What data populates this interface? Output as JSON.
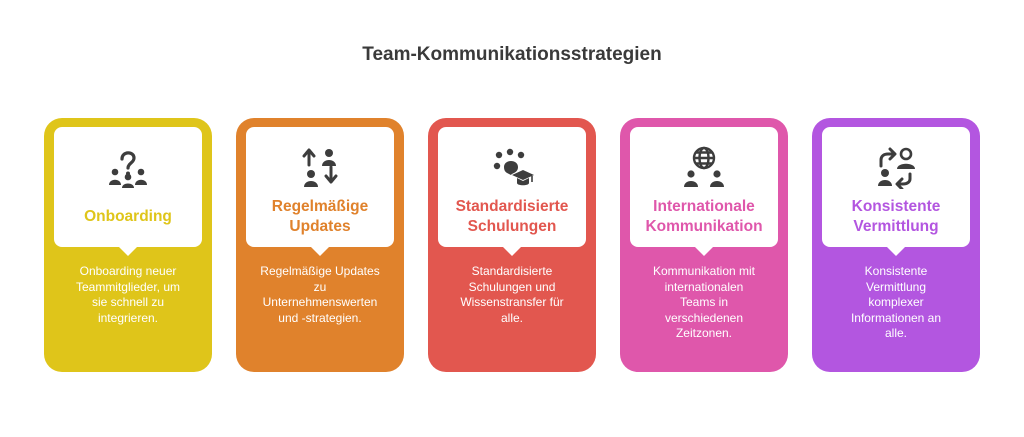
{
  "title": "Team-Kommunikationsstrategien",
  "colors": {
    "title": "#3a3a3a",
    "icon": "#3d3d3d",
    "card_1": "#dfc51a",
    "card_2": "#e0822c",
    "card_3": "#e2574f",
    "card_4": "#df57ab",
    "card_5": "#b356e0"
  },
  "cards": [
    {
      "icon": "question-group-icon",
      "heading": "Onboarding",
      "description": "Onboarding neuer\nTeammitglieder, um\nsie schnell zu\nintegrieren."
    },
    {
      "icon": "updates-arrows-people-icon",
      "heading": "Regelmäßige\nUpdates",
      "description": "Regelmäßige Updates\nzu\nUnternehmenswerten\nund -strategien."
    },
    {
      "icon": "training-graduation-icon",
      "heading": "Standardisierte\nSchulungen",
      "description": "Standardisierte\nSchulungen und\nWissenstransfer für\nalle."
    },
    {
      "icon": "globe-people-icon",
      "heading": "Internationale\nKommunikation",
      "description": "Kommunikation mit\ninternationalen\nTeams in\nverschiedenen\nZeitzonen."
    },
    {
      "icon": "exchange-people-icon",
      "heading": "Konsistente\nVermittlung",
      "description": "Konsistente\nVermittlung\nkomplexer\nInformationen an\nalle."
    }
  ]
}
